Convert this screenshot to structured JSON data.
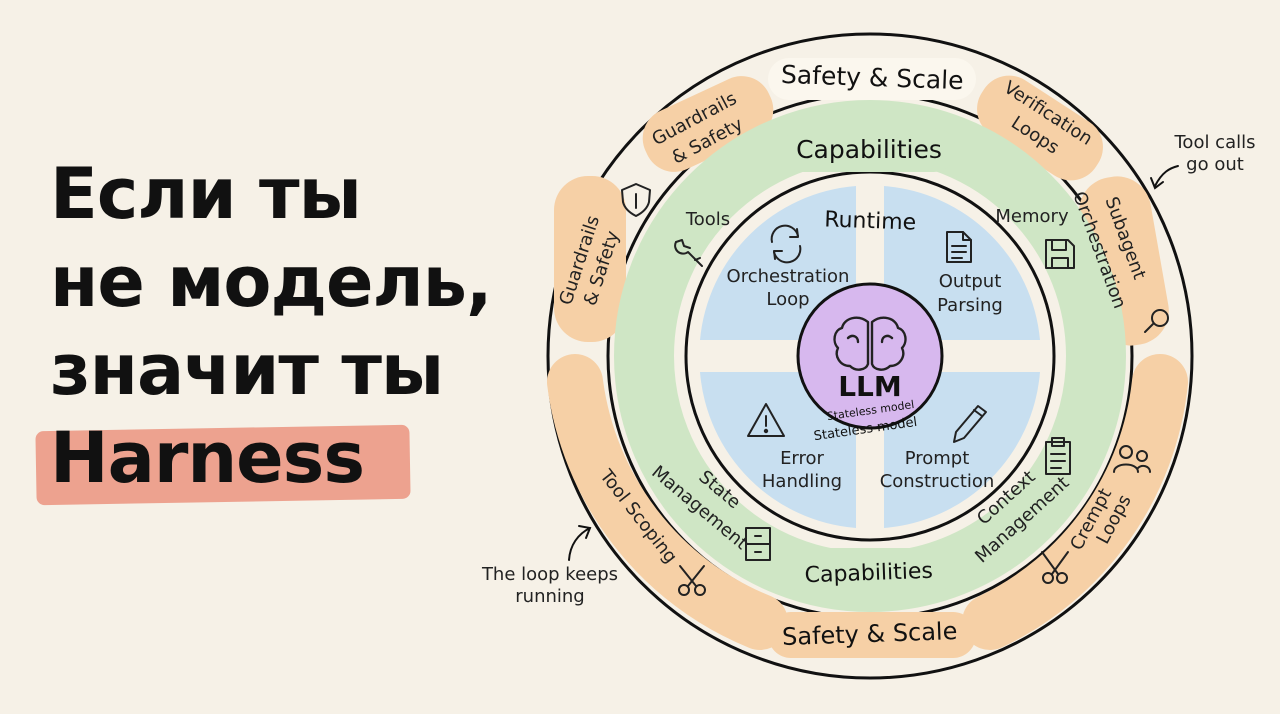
{
  "headline": {
    "line1": "Если ты",
    "line2": "не модель,",
    "line3": "значит ты",
    "highlight": "Harness"
  },
  "diagram": {
    "core": {
      "label": "LLM",
      "sublabel": "Stateless model",
      "sublabel_echo": "Stateless model",
      "icon": "brain-icon"
    },
    "runtime": {
      "label": "Runtime",
      "items": {
        "orchestration": {
          "label": "Orchestration Loop",
          "icon": "refresh-icon"
        },
        "output": {
          "label": "Output Parsing",
          "icon": "document-icon"
        },
        "error": {
          "label": "Error Handling",
          "icon": "warning-icon"
        },
        "prompt": {
          "label": "Prompt Construction",
          "icon": "pencil-icon"
        }
      }
    },
    "capabilities": {
      "label_top": "Capabilities",
      "label_bottom": "Capabilities",
      "items": {
        "tools": {
          "label": "Tools",
          "icon": "wrench-icon"
        },
        "memory": {
          "label": "Memory",
          "icon": "floppy-disk-icon"
        },
        "state": {
          "label": "State Management",
          "icon": "filing-cabinet-icon"
        },
        "context": {
          "label": "Context Management",
          "icon": "clipboard-icon"
        }
      }
    },
    "safety": {
      "label_top": "Safety & Scale",
      "label_bottom": "Safety & Scale",
      "items": {
        "guardrails_top": {
          "label": "Guardrails & Safety"
        },
        "guardrails_left": {
          "label": "Guardrails & Safety",
          "icon": "shield-icon"
        },
        "verification": {
          "label": "Verification Loops"
        },
        "subagent": {
          "label": "Subagent Orchestration",
          "icon": "magnifier-icon"
        },
        "tool_scoping": {
          "label": "Tool Scoping",
          "icon": "scissors-icon"
        },
        "crempt": {
          "label": "Crempt Loops",
          "icon": "users-icon"
        }
      }
    },
    "annotations": {
      "tool_calls": "Tool calls go out",
      "loop": "The loop keeps running"
    }
  },
  "colors": {
    "background": "#f6f1e7",
    "highlight": "#ec9b88",
    "core": "#d7b8ee",
    "runtime": "#c8dff0",
    "capabilities": "#cfe6c5",
    "safety": "#f6d0a6",
    "outline": "#111111"
  }
}
